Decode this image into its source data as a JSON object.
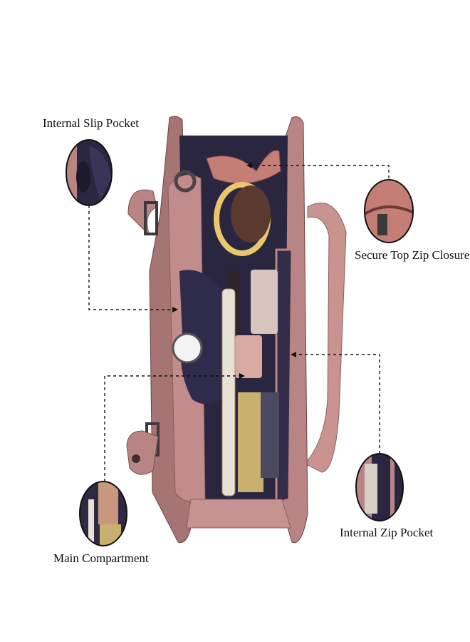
{
  "callouts": {
    "internal_slip_pocket": "Internal Slip Pocket",
    "secure_top_zip_closure": "Secure Top Zip Closure",
    "main_compartment": "Main Compartment",
    "internal_zip_pocket": "Internal Zip Pocket"
  },
  "colors": {
    "leather": "#b98584",
    "leather_dark": "#8d5d5e",
    "lining": "#2a2640",
    "background": "#ffffff"
  }
}
